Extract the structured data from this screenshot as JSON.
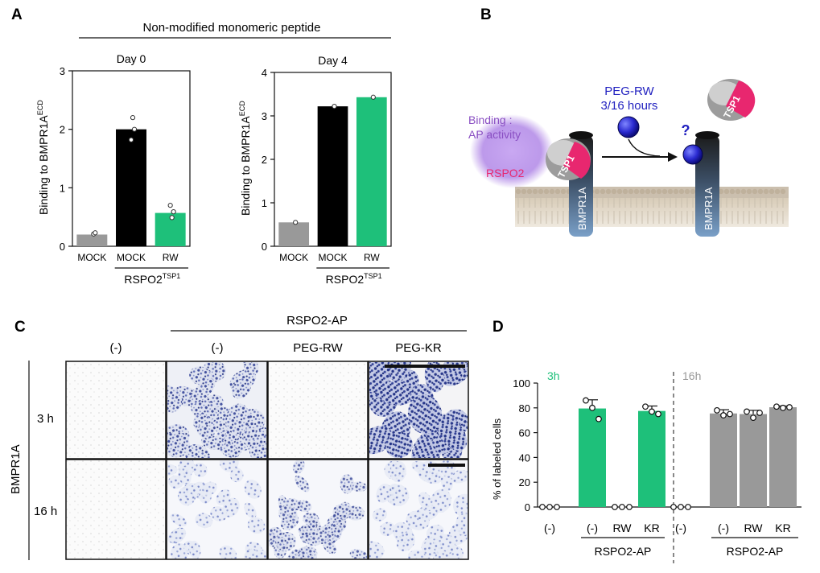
{
  "panels": {
    "a": {
      "letter": "A",
      "header": "Non-modified monomeric peptide"
    },
    "b": {
      "letter": "B"
    },
    "c": {
      "letter": "C"
    },
    "d": {
      "letter": "D"
    }
  },
  "chart_data": [
    {
      "id": "a_day0",
      "type": "bar",
      "title": "Day 0",
      "ylabel": "Binding to BMPR1A",
      "ylabel_sup": "ECD",
      "ylim": [
        0,
        3
      ],
      "yticks": [
        "0",
        "1",
        "2",
        "3"
      ],
      "categories": [
        "MOCK",
        "MOCK",
        "RW"
      ],
      "values": [
        0.2,
        2.0,
        0.57
      ],
      "colors": [
        "#999999",
        "#000000",
        "#1ec07a"
      ],
      "points": [
        [
          0.21,
          0.23
        ],
        [
          2.2,
          2.0,
          1.82
        ],
        [
          0.49,
          0.59,
          0.7
        ]
      ],
      "group_label": "RSPO2",
      "group_sup": "TSP1"
    },
    {
      "id": "a_day4",
      "type": "bar",
      "title": "Day 4",
      "ylabel": "Binding to BMPR1A",
      "ylabel_sup": "ECD",
      "ylim": [
        0,
        4
      ],
      "yticks": [
        "0",
        "1",
        "2",
        "3",
        "4"
      ],
      "categories": [
        "MOCK",
        "MOCK",
        "RW"
      ],
      "values": [
        0.55,
        3.22,
        3.43
      ],
      "colors": [
        "#999999",
        "#000000",
        "#1ec07a"
      ],
      "points": [
        [
          0.55
        ],
        [
          3.22
        ],
        [
          3.43
        ]
      ],
      "group_label": "RSPO2",
      "group_sup": "TSP1"
    },
    {
      "id": "d_labeled",
      "type": "bar",
      "ylabel": "% of labeled cells",
      "ylim": [
        0,
        100
      ],
      "yticks": [
        "0",
        "20",
        "40",
        "60",
        "80",
        "100"
      ],
      "segments": [
        {
          "label": "3h",
          "label_color": "#1ec07a",
          "categories": [
            "(-)",
            "(-)",
            "RW",
            "KR"
          ],
          "values": [
            0,
            79.5,
            0,
            77.5
          ],
          "errors": [
            0,
            7,
            0,
            4
          ],
          "colors": [
            "#1ec07a",
            "#1ec07a",
            "#1ec07a",
            "#1ec07a"
          ],
          "points": [
            [
              0,
              0,
              0
            ],
            [
              86,
              80,
              71
            ],
            [
              0,
              0,
              0
            ],
            [
              81,
              77,
              75
            ]
          ]
        },
        {
          "label": "16h",
          "label_color": "#999999",
          "categories": [
            "(-)",
            "(-)",
            "RW",
            "KR"
          ],
          "values": [
            0,
            75.5,
            75,
            80.5
          ],
          "errors": [
            0,
            3,
            3,
            1
          ],
          "colors": [
            "#999999",
            "#999999",
            "#999999",
            "#999999"
          ],
          "points": [
            [
              0,
              0,
              0
            ],
            [
              78,
              74,
              75
            ],
            [
              77,
              72,
              76
            ],
            [
              81,
              80,
              80.5
            ]
          ]
        }
      ],
      "group_label": "RSPO2-AP"
    }
  ],
  "diagram_b": {
    "binding_line1": "Binding :",
    "binding_line2": "AP activity",
    "rspo2": "RSPO2",
    "tsp1": "TSP1",
    "receptor": "BMPR1A",
    "peg_line1": "PEG-RW",
    "peg_line2": "3/16 hours",
    "question": "?",
    "colors": {
      "purple": "#8a4fc3",
      "magenta": "#e8276f",
      "blue": "#1f1fbf"
    }
  },
  "grid_c": {
    "top_label": "RSPO2-AP",
    "columns": [
      "(-)",
      "(-)",
      "PEG-RW",
      "PEG-KR"
    ],
    "rows": [
      "3 h",
      "16 h"
    ],
    "side_label": "BMPR1A"
  }
}
